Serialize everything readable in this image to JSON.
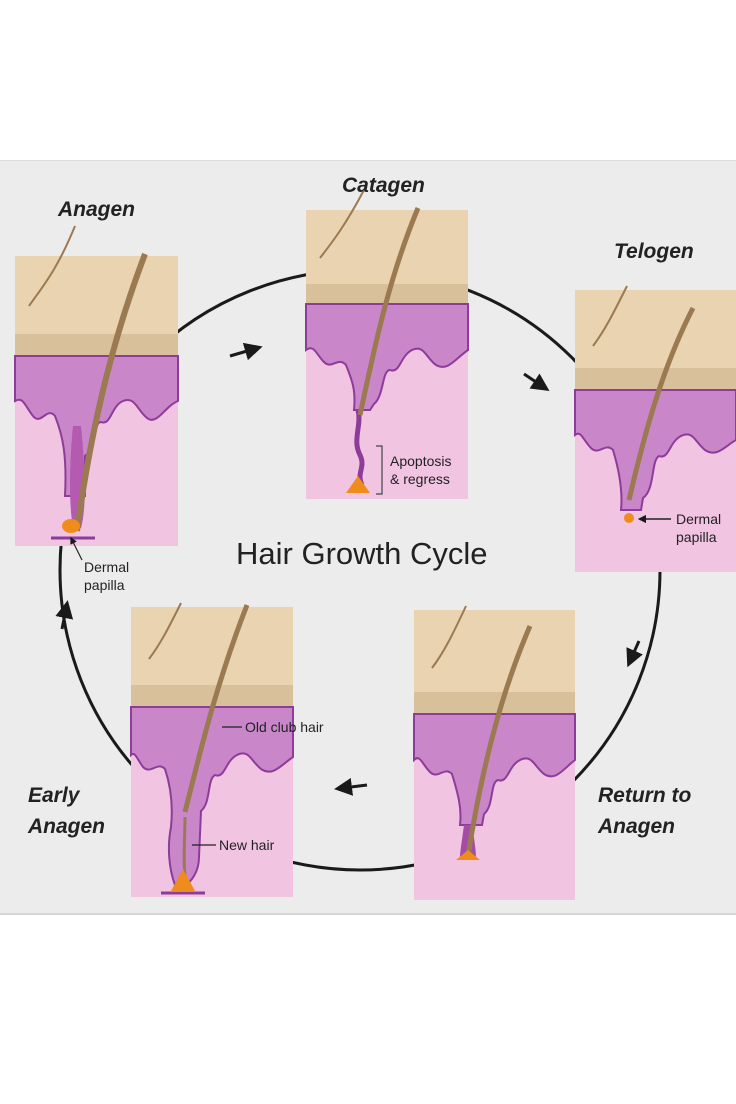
{
  "title": "Hair Growth Cycle",
  "stages": {
    "anagen": "Anagen",
    "catagen": "Catagen",
    "telogen": "Telogen",
    "return_to_anagen": [
      "Return to",
      "Anagen"
    ],
    "early_anagen": [
      "Early",
      "Anagen"
    ]
  },
  "callouts": {
    "anagen_papilla": [
      "Dermal",
      "papilla"
    ],
    "catagen_apoptosis": [
      "Apoptosis",
      "& regress"
    ],
    "telogen_papilla": [
      "Dermal",
      "papilla"
    ],
    "old_club_hair": "Old club hair",
    "new_hair": "New hair"
  },
  "colors": {
    "poster_background": "#ececec",
    "epidermis": "#e9d3b0",
    "epidermis_band": "#d8c09a",
    "dermis_top": "#c986c9",
    "dermis_lower": "#f1c4e2",
    "dermis_outline": "#8d3c9a",
    "hair_shaft": "#9b7a52",
    "papilla": "#f08c1c",
    "arrow": "#1a1a1a"
  }
}
